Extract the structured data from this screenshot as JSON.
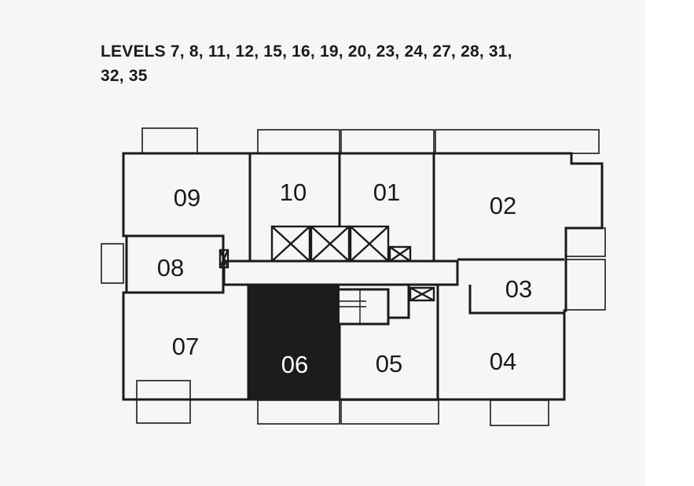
{
  "heading": {
    "line1": "LEVELS 7, 8, 11, 12, 15, 16, 19, 20, 23, 24, 27, 28, 31,",
    "line2": "32, 35"
  },
  "units": [
    {
      "id": "09",
      "label": "09"
    },
    {
      "id": "10",
      "label": "10"
    },
    {
      "id": "01",
      "label": "01"
    },
    {
      "id": "02",
      "label": "02"
    },
    {
      "id": "08",
      "label": "08"
    },
    {
      "id": "03",
      "label": "03"
    },
    {
      "id": "07",
      "label": "07"
    },
    {
      "id": "06",
      "label": "06",
      "selected": true
    },
    {
      "id": "05",
      "label": "05"
    },
    {
      "id": "04",
      "label": "04"
    }
  ],
  "colors": {
    "line": "#1b1b1b",
    "selected_fill": "#1c1c1c",
    "background": "#f6f6f4"
  }
}
